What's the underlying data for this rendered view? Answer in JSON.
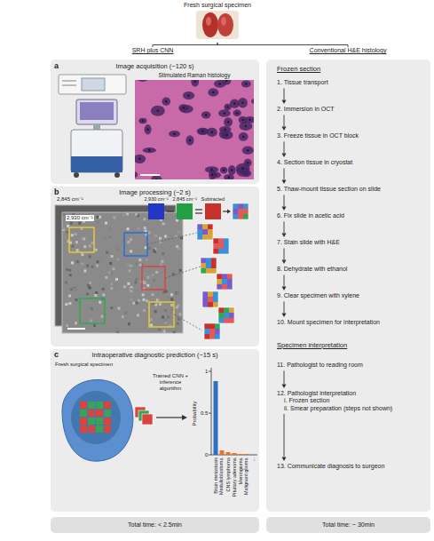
{
  "diagram": {
    "nodes": [
      {
        "text": [
          "Fresh surgical specimen"
        ]
      },
      {
        "text": [
          "SRH plus CNN"
        ]
      },
      {
        "text": [
          "Conventional H&E histology"
        ]
      },
      {
        "text": [
          "a",
          "Image acquisition (~120 s)",
          "Stimulated Raman histology"
        ]
      },
      {
        "text": [
          "b",
          "Image processing (~2 s)"
        ]
      },
      {
        "text": [
          "c",
          "Intraoperative diagnostic prediction (~15 s)"
        ]
      },
      {
        "text": [
          "Total time: < 2.5min"
        ]
      },
      {
        "text": [
          "Frozen section",
          "Specimen interpretation"
        ]
      },
      {
        "text": [
          "1. Tissue transport"
        ],
        "in": 7
      },
      {
        "text": [
          "2. Immersion in OCT"
        ],
        "in": 7
      },
      {
        "text": [
          "3. Freeze tissue in OCT block"
        ],
        "in": 7
      },
      {
        "text": [
          "4. Section tissue in cryostat"
        ],
        "in": 7
      },
      {
        "text": [
          "5. Thaw-mount tissue section on slide"
        ],
        "in": 7
      },
      {
        "text": [
          "6. Fix slide in acetic acid"
        ],
        "in": 7
      },
      {
        "text": [
          "7. Stain slide with H&E"
        ],
        "in": 7
      },
      {
        "text": [
          "8. Dehydrate with ethanol"
        ],
        "in": 7
      },
      {
        "text": [
          "9. Clear specimen with xylene"
        ],
        "in": 7
      },
      {
        "text": [
          "10. Mount specimen for interpretation"
        ],
        "in": 7
      },
      {
        "text": [
          "11. Pathologist to reading room"
        ],
        "in": 7
      },
      {
        "text": [
          "12. Pathologist interpretation",
          "i. Frozen section",
          "ii. Smear preparation (steps not shown)"
        ],
        "in": 7
      },
      {
        "text": [
          "13. Communicate diagnosis to surgeon"
        ],
        "in": 7
      },
      {
        "text": [
          "Total time: ~ 30min"
        ]
      }
    ],
    "edges": [
      {
        "from": 0,
        "to": 1,
        "arrow": "none"
      },
      {
        "from": 0,
        "to": 2,
        "arrow": "none"
      },
      {
        "from": 8,
        "to": 9,
        "arrow": "to"
      },
      {
        "from": 9,
        "to": 10,
        "arrow": "to"
      },
      {
        "from": 10,
        "to": 11,
        "arrow": "to"
      },
      {
        "from": 11,
        "to": 12,
        "arrow": "to"
      },
      {
        "from": 12,
        "to": 13,
        "arrow": "to"
      },
      {
        "from": 13,
        "to": 14,
        "arrow": "to"
      },
      {
        "from": 14,
        "to": 15,
        "arrow": "to"
      },
      {
        "from": 15,
        "to": 16,
        "arrow": "to"
      },
      {
        "from": 16,
        "to": 17,
        "arrow": "to"
      },
      {
        "from": 18,
        "to": 19,
        "arrow": "to"
      },
      {
        "from": 19,
        "to": 20,
        "arrow": "to"
      }
    ],
    "labels": [
      "2,845 cm⁻¹",
      "2,930 cm⁻¹",
      "2,930 cm⁻¹",
      "2,845 cm⁻¹",
      "Subtracted",
      "Fresh surgical specimen",
      "Trained CNN + inference algorithm",
      "Probability",
      "1",
      "0.5",
      "0",
      "Brain metastasis",
      "Medulloblastoma",
      "CNS lymphoma",
      "Pituitary adenoma",
      "Meningioma",
      "Malignant glioma",
      "..."
    ]
  }
}
